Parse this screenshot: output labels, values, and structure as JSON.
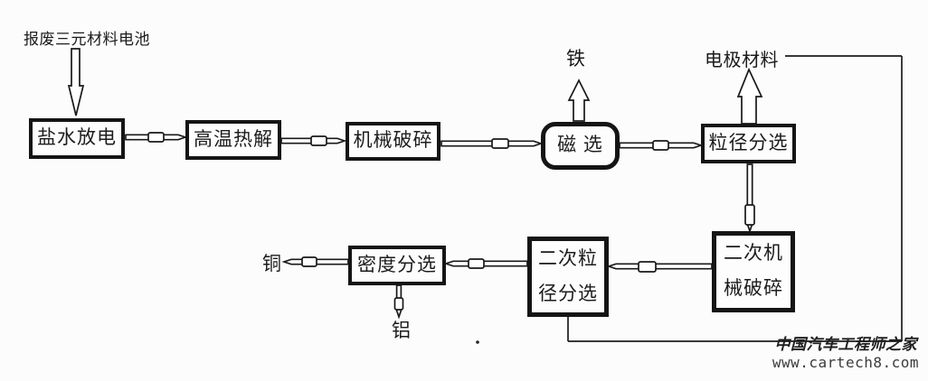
{
  "diagram": {
    "inputs": {
      "scrap_battery": {
        "label": "报废三元材料电池"
      }
    },
    "nodes": {
      "salt_water_discharge": {
        "label": "盐水放电"
      },
      "high_temp_pyrolysis": {
        "label": "高温热解"
      },
      "mechanical_crushing": {
        "label": "机械破碎"
      },
      "magnetic_separation": {
        "label": "磁 选"
      },
      "particle_size_sorting": {
        "label": "粒径分选"
      },
      "secondary_mechanical_crushing": {
        "label": "二次机\n械破碎"
      },
      "secondary_particle_size_sorting": {
        "label": "二次粒\n径分选"
      },
      "density_sorting": {
        "label": "密度分选"
      }
    },
    "outputs": {
      "iron": {
        "label": "铁"
      },
      "electrode_material": {
        "label": "电极材料"
      },
      "copper": {
        "label": "铜"
      },
      "aluminum": {
        "label": "铝"
      }
    },
    "edges": [
      "报废三元材料电池 → 盐水放电",
      "盐水放电 → 高温热解",
      "高温热解 → 机械破碎",
      "机械破碎 → 磁选",
      "磁选 → 铁",
      "磁选 → 粒径分选",
      "粒径分选 → 电极材料",
      "粒径分选 → 二次机械破碎",
      "二次机械破碎 → 二次粒径分选",
      "二次粒径分选 → 密度分选",
      "二次粒径分选 → 电极材料",
      "密度分选 → 铜",
      "密度分选 → 铝"
    ],
    "watermark": {
      "site_name": "中国汽车工程师之家",
      "site_url": "www.cartech8.com"
    },
    "colors": {
      "line": "#191919",
      "background": "#fcfcfc",
      "box_fill": "#fdfdfd"
    }
  }
}
